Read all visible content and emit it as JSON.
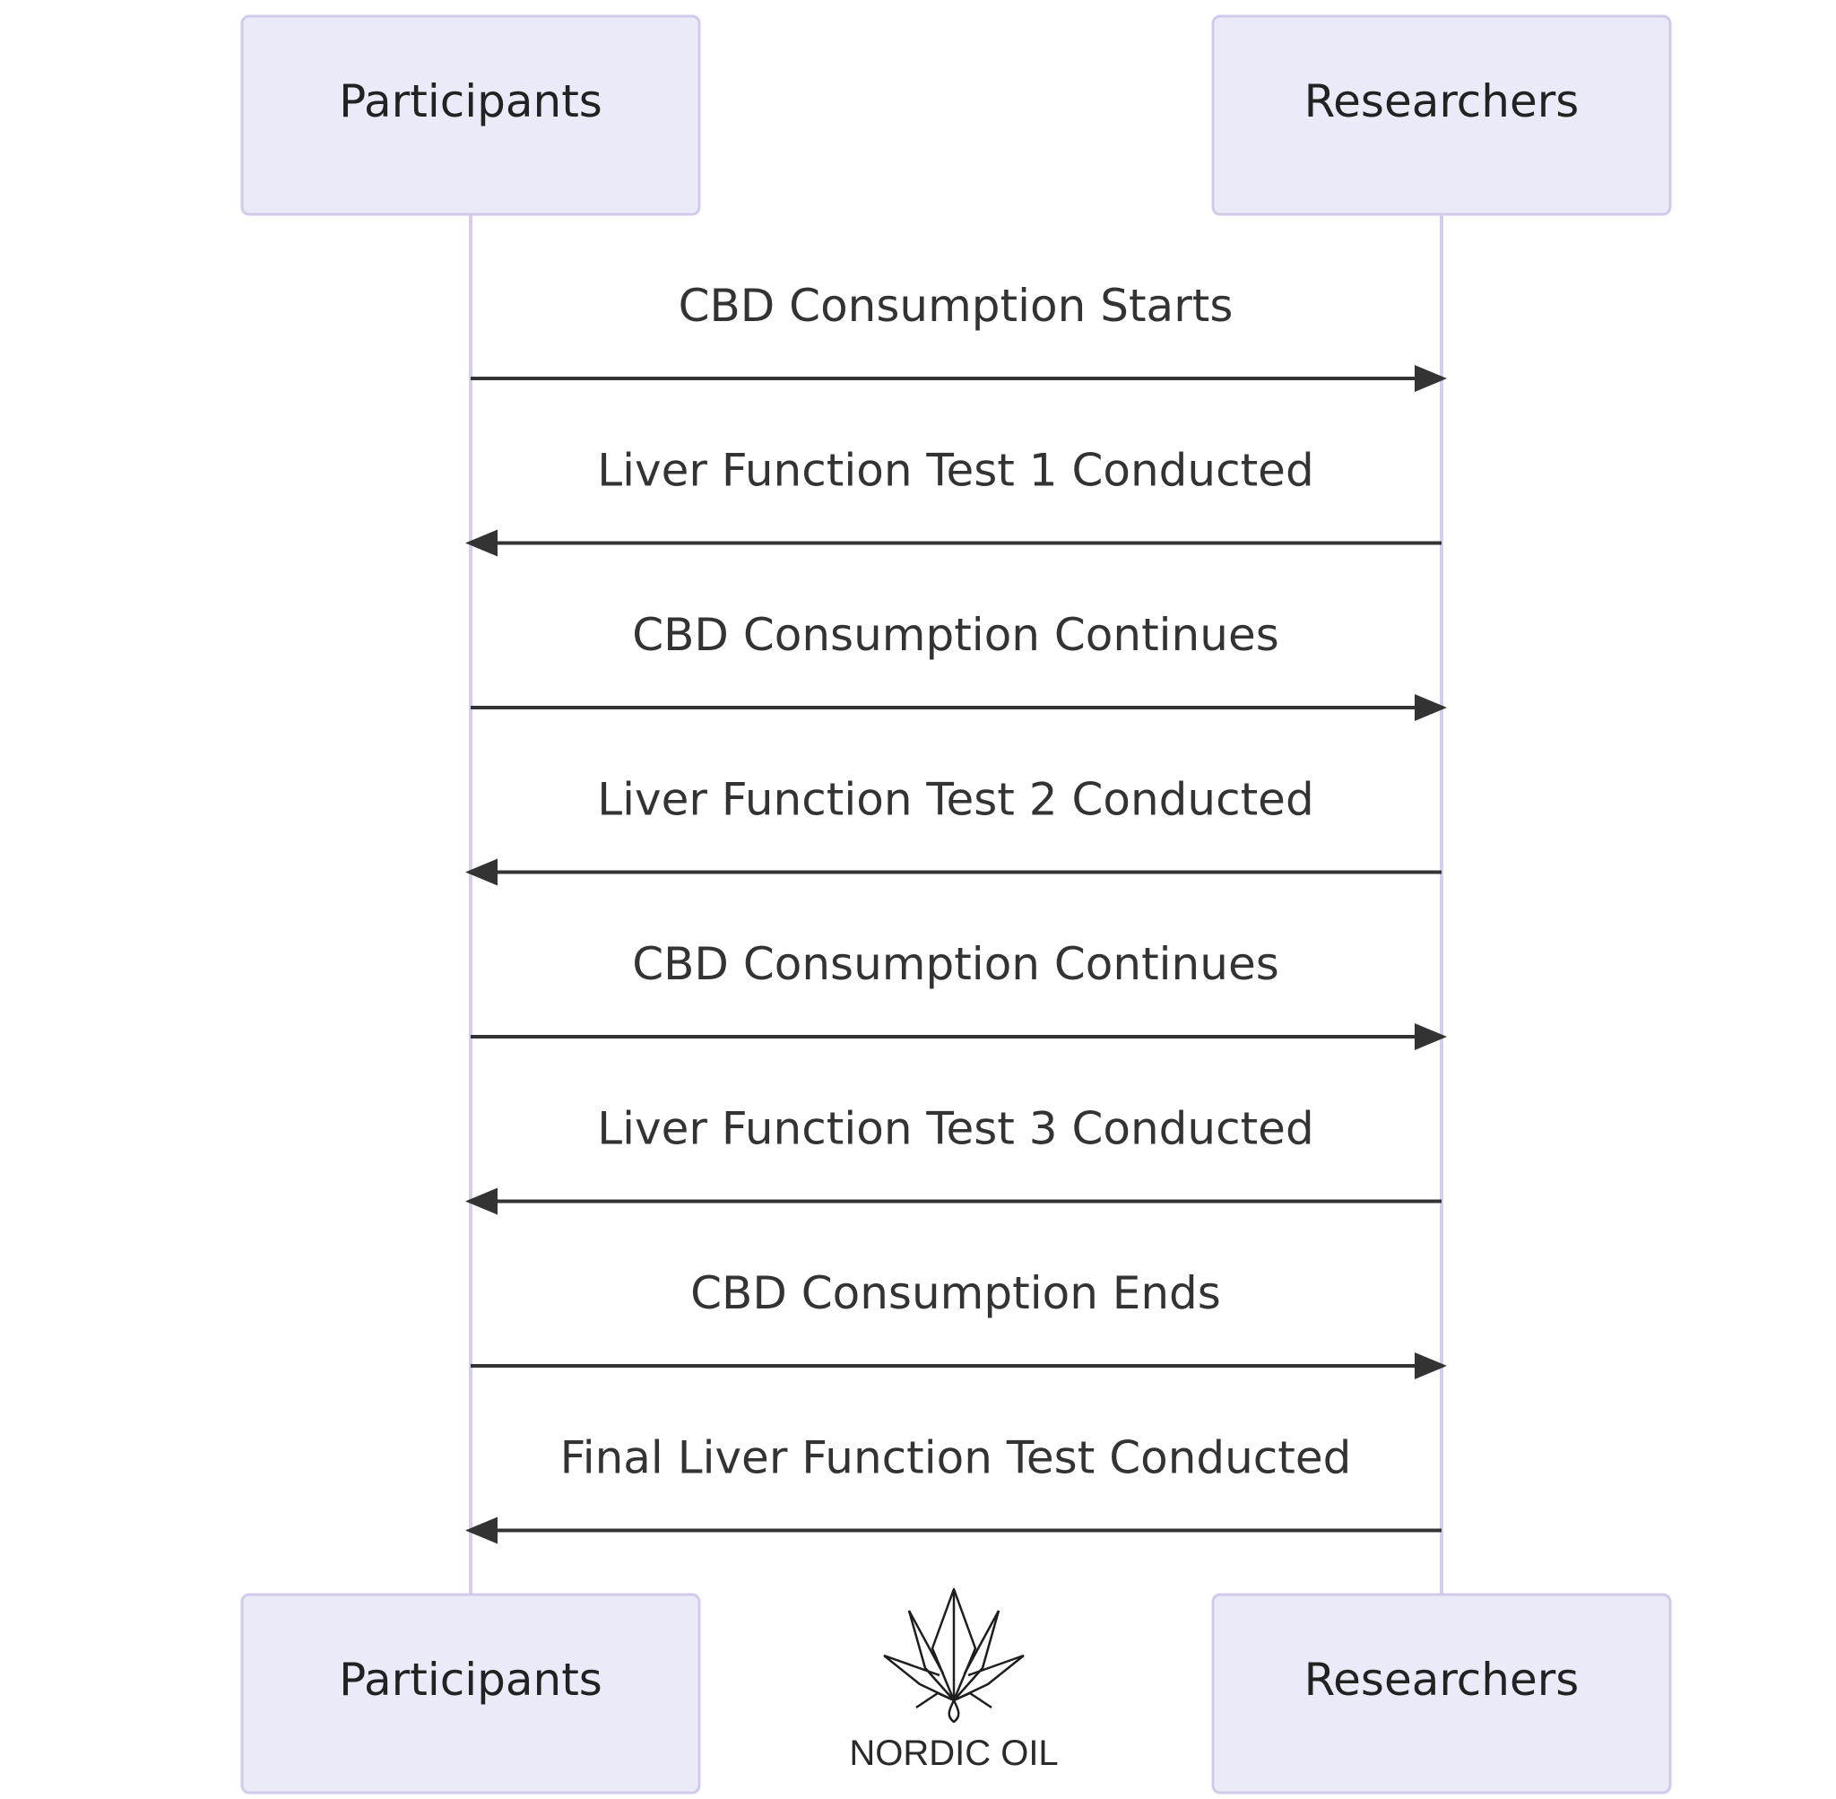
{
  "participants": {
    "left": {
      "label": "Participants"
    },
    "right": {
      "label": "Researchers"
    }
  },
  "messages": [
    {
      "text": "CBD Consumption Starts",
      "from": "left",
      "to": "right"
    },
    {
      "text": "Liver Function Test 1 Conducted",
      "from": "right",
      "to": "left"
    },
    {
      "text": "CBD Consumption Continues",
      "from": "left",
      "to": "right"
    },
    {
      "text": "Liver Function Test 2 Conducted",
      "from": "right",
      "to": "left"
    },
    {
      "text": "CBD Consumption Continues",
      "from": "left",
      "to": "right"
    },
    {
      "text": "Liver Function Test 3 Conducted",
      "from": "right",
      "to": "left"
    },
    {
      "text": "CBD Consumption Ends",
      "from": "left",
      "to": "right"
    },
    {
      "text": "Final Liver Function Test Conducted",
      "from": "right",
      "to": "left"
    }
  ],
  "logo": {
    "icon": "leaf-logo-icon",
    "text": "NORDIC OIL"
  },
  "colors": {
    "actor_fill": "#eaeaf8",
    "actor_border": "#d3c9ee",
    "lifeline": "#d6cdef",
    "arrow": "#333333"
  }
}
